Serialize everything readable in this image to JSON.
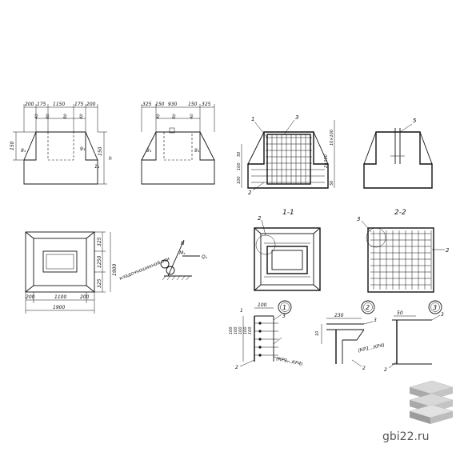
{
  "watermark": {
    "site": "gbi22.ru"
  },
  "views": {
    "front_top_dims": [
      "200",
      "175",
      "1150",
      "175",
      "200"
    ],
    "side_top_dims": [
      "325",
      "150",
      "930",
      "150",
      "325"
    ],
    "front_small_dims": [
      "40",
      "80",
      "80",
      "40"
    ],
    "side_small_dims": [
      "40",
      "80",
      "40"
    ],
    "front_left_dims": [
      "150",
      "9₁",
      "9₁"
    ],
    "front_right_dims": [
      "1₁",
      "150",
      "h"
    ],
    "plan_right_dims": [
      "325",
      "1250",
      "325"
    ],
    "plan_bottom_dims": [
      "200",
      "1100",
      "200"
    ],
    "plan_total": "1900",
    "plan_overall": "1900",
    "axis_labels": [
      "N",
      "Mₓ",
      "Qₓ"
    ],
    "axis_note": "кладочношихной оси"
  },
  "section_1_1": {
    "title": "1-1",
    "callouts": [
      "1",
      "3",
      "2"
    ],
    "left_dims": [
      "50",
      "100",
      "100"
    ],
    "right_dims": [
      "10×100",
      "2×100",
      "50"
    ]
  },
  "section_2_2": {
    "title": "2-2",
    "callouts": [
      "3",
      "2"
    ]
  },
  "side_section": {
    "callouts": [
      "5"
    ]
  },
  "plan_1_1": {
    "callouts": [
      "2"
    ]
  },
  "details": {
    "node_labels": [
      "1",
      "2",
      "3"
    ],
    "detail1_dims": [
      "100",
      "100",
      "100",
      "100",
      "100"
    ],
    "detail1_top": "100",
    "detail1_callouts": [
      "1",
      "3",
      "2"
    ],
    "detail1_note": "(КР1...КР4)",
    "detail2_dims": [
      "230",
      "10"
    ],
    "detail2_note": "(КР1...КР4)",
    "detail2_callouts": [
      "3",
      "2"
    ],
    "detail3_dims": [
      "50"
    ],
    "detail3_callouts": [
      "3",
      "2"
    ]
  }
}
